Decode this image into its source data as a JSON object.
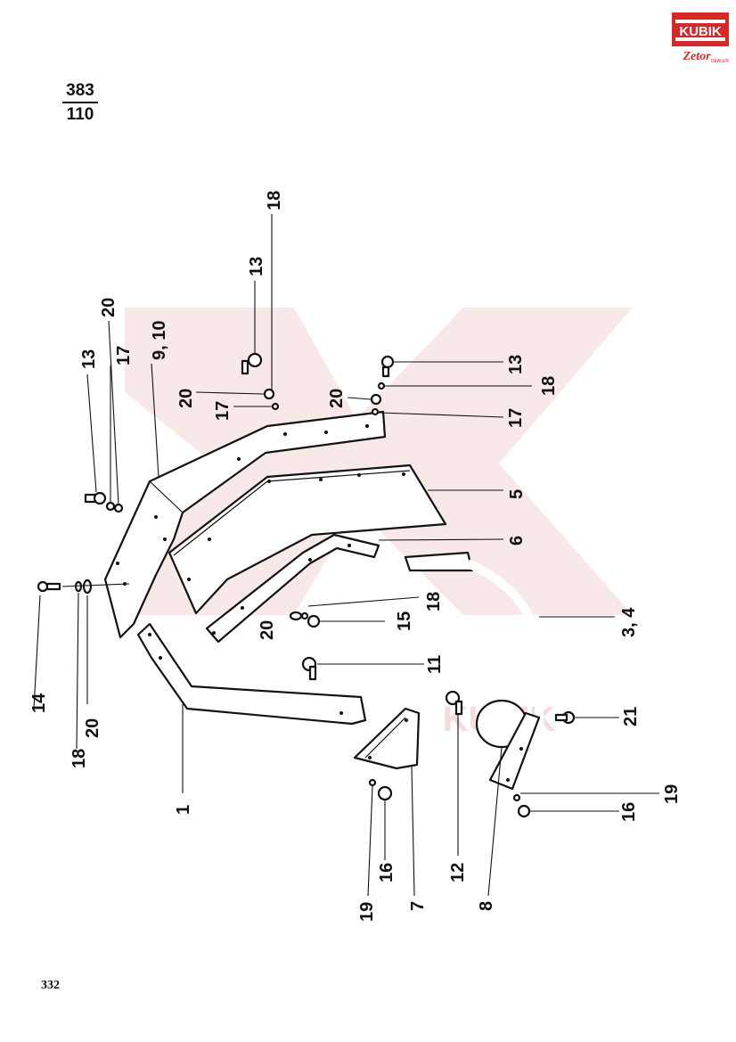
{
  "logo": {
    "brand": "KUBIK",
    "sub_brand": "Zetor",
    "dealer": "DEALER",
    "brand_color": "#d62828"
  },
  "header": {
    "figure_numerator": "383",
    "figure_denominator": "110"
  },
  "footer": {
    "page_number": "332"
  },
  "watermark": {
    "text": "KUBIK",
    "color": "#f4d5d5"
  },
  "callouts": [
    "14",
    "18",
    "20",
    "13",
    "17",
    "20",
    "9, 10",
    "13",
    "18",
    "20",
    "17",
    "20",
    "13",
    "18",
    "17",
    "5",
    "6",
    "18",
    "20",
    "15",
    "11",
    "3, 4",
    "21",
    "12",
    "19",
    "16",
    "8",
    "1",
    "19",
    "16",
    "7"
  ]
}
